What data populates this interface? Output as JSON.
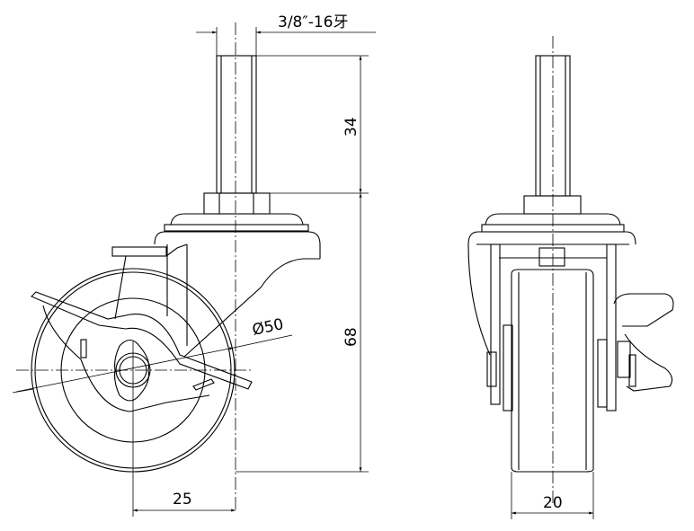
{
  "drawing": {
    "thread_label": "3/8″-16牙",
    "stem_height": "34",
    "total_height": "68",
    "wheel_diameter": "Ø50",
    "offset": "25",
    "wheel_width": "20"
  }
}
